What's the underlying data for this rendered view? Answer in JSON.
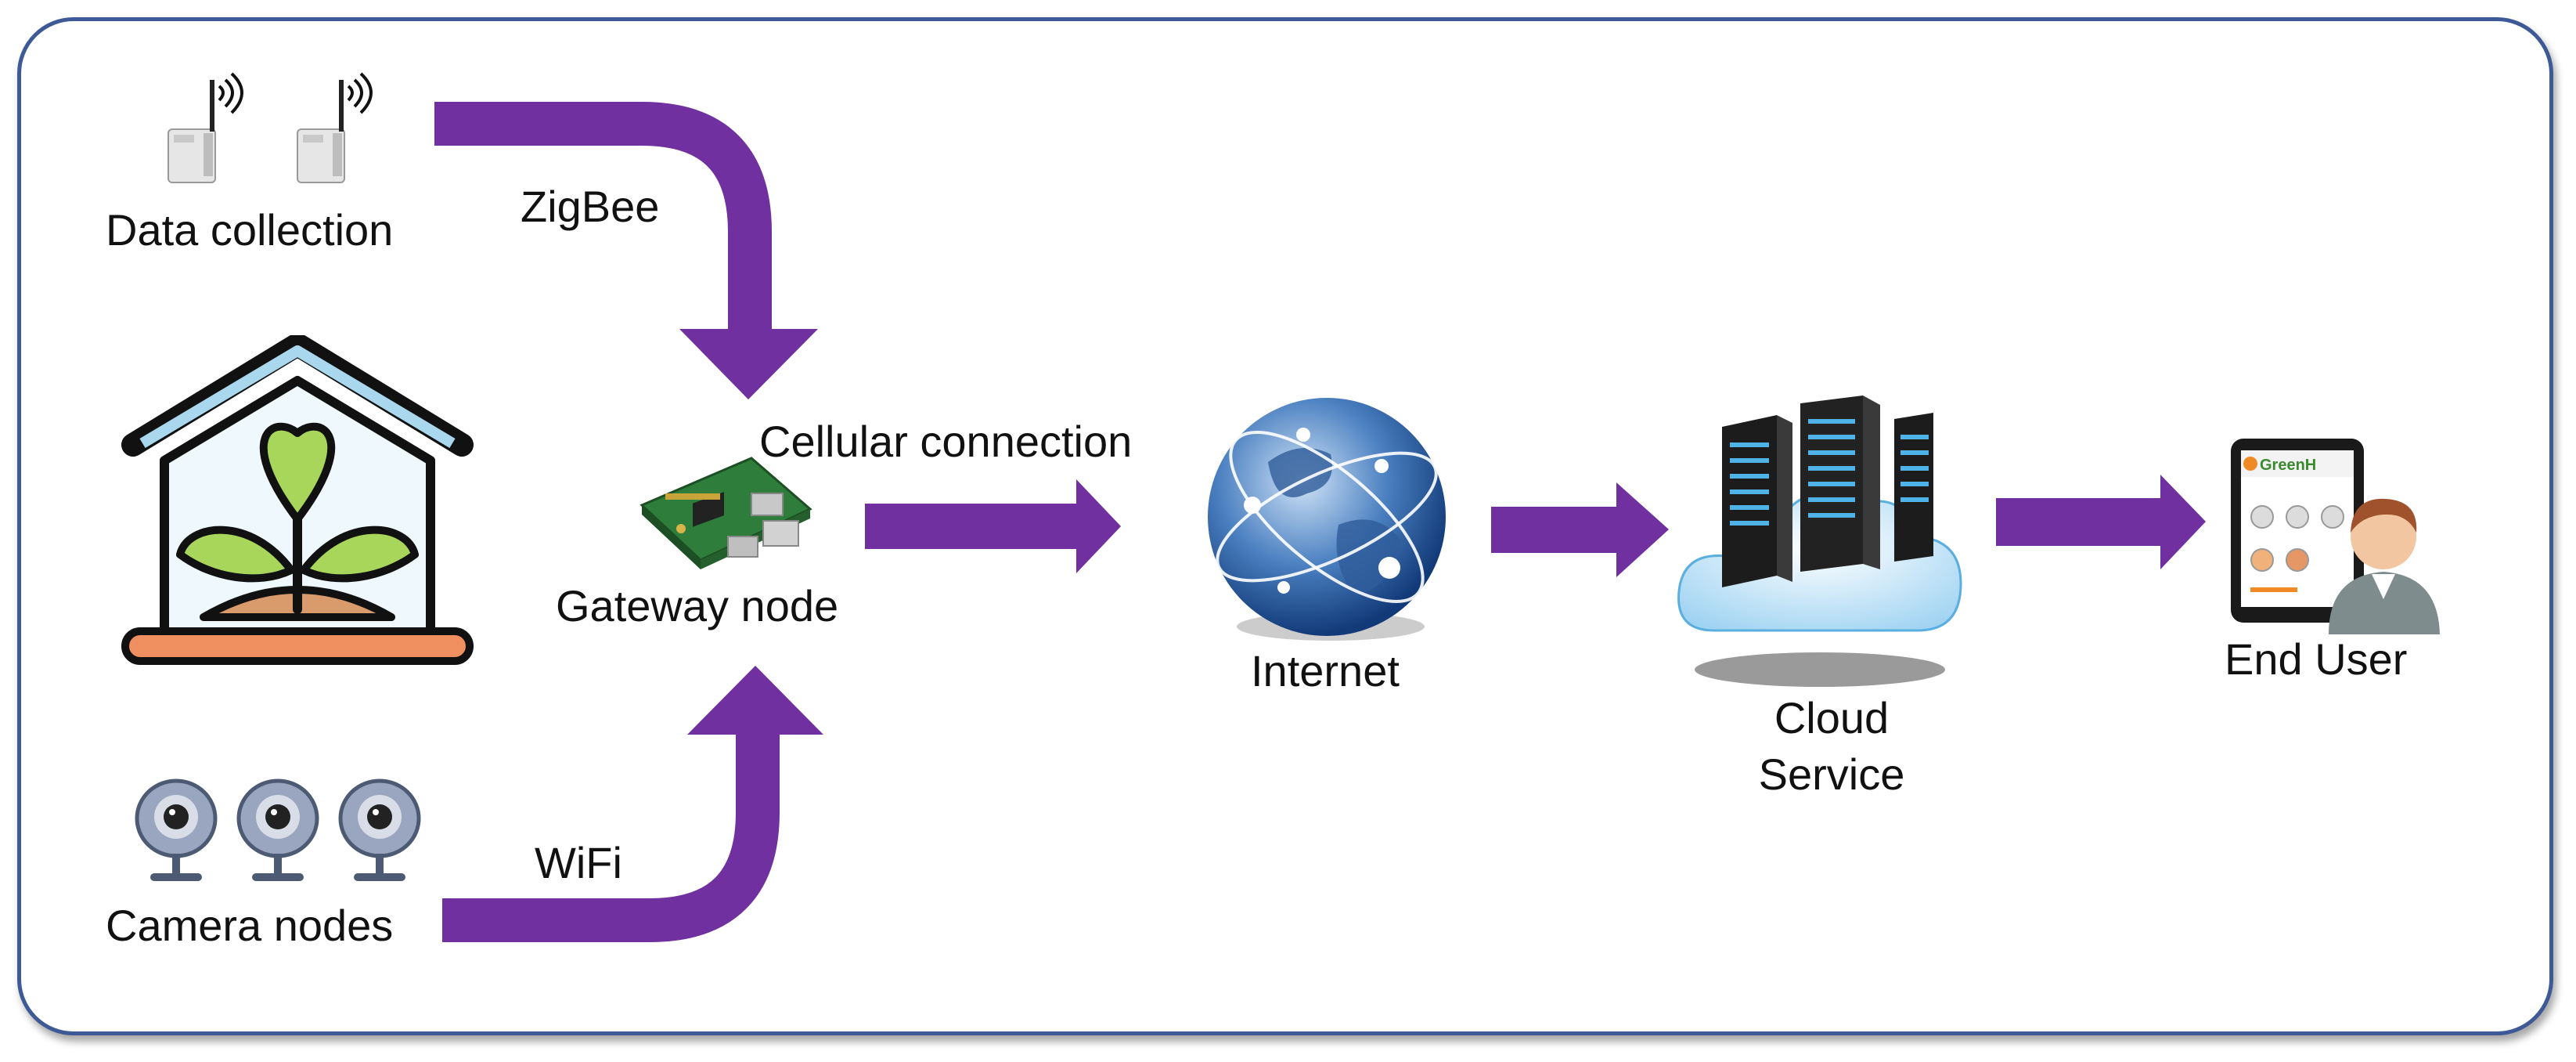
{
  "colors": {
    "frame_border": "#3d5a96",
    "arrow": "#7030a0",
    "text": "#111111"
  },
  "nodes": {
    "data_collection": {
      "label": "Data collection",
      "icon": "wireless-sensor-icon"
    },
    "greenhouse": {
      "icon": "greenhouse-plant-icon"
    },
    "camera_nodes": {
      "label": "Camera nodes",
      "icon": "webcam-icon"
    },
    "gateway": {
      "label": "Gateway node",
      "icon": "raspberry-pi-board-icon"
    },
    "internet": {
      "label": "Internet",
      "icon": "globe-network-icon"
    },
    "cloud": {
      "label_line1": "Cloud",
      "label_line2": "Service",
      "icon": "cloud-server-icon"
    },
    "end_user": {
      "label": "End User",
      "icon": "tablet-user-icon",
      "screen_text": "GreenH"
    }
  },
  "connections": {
    "zigbee": "ZigBee",
    "wifi": "WiFi",
    "cellular": "Cellular connection"
  }
}
